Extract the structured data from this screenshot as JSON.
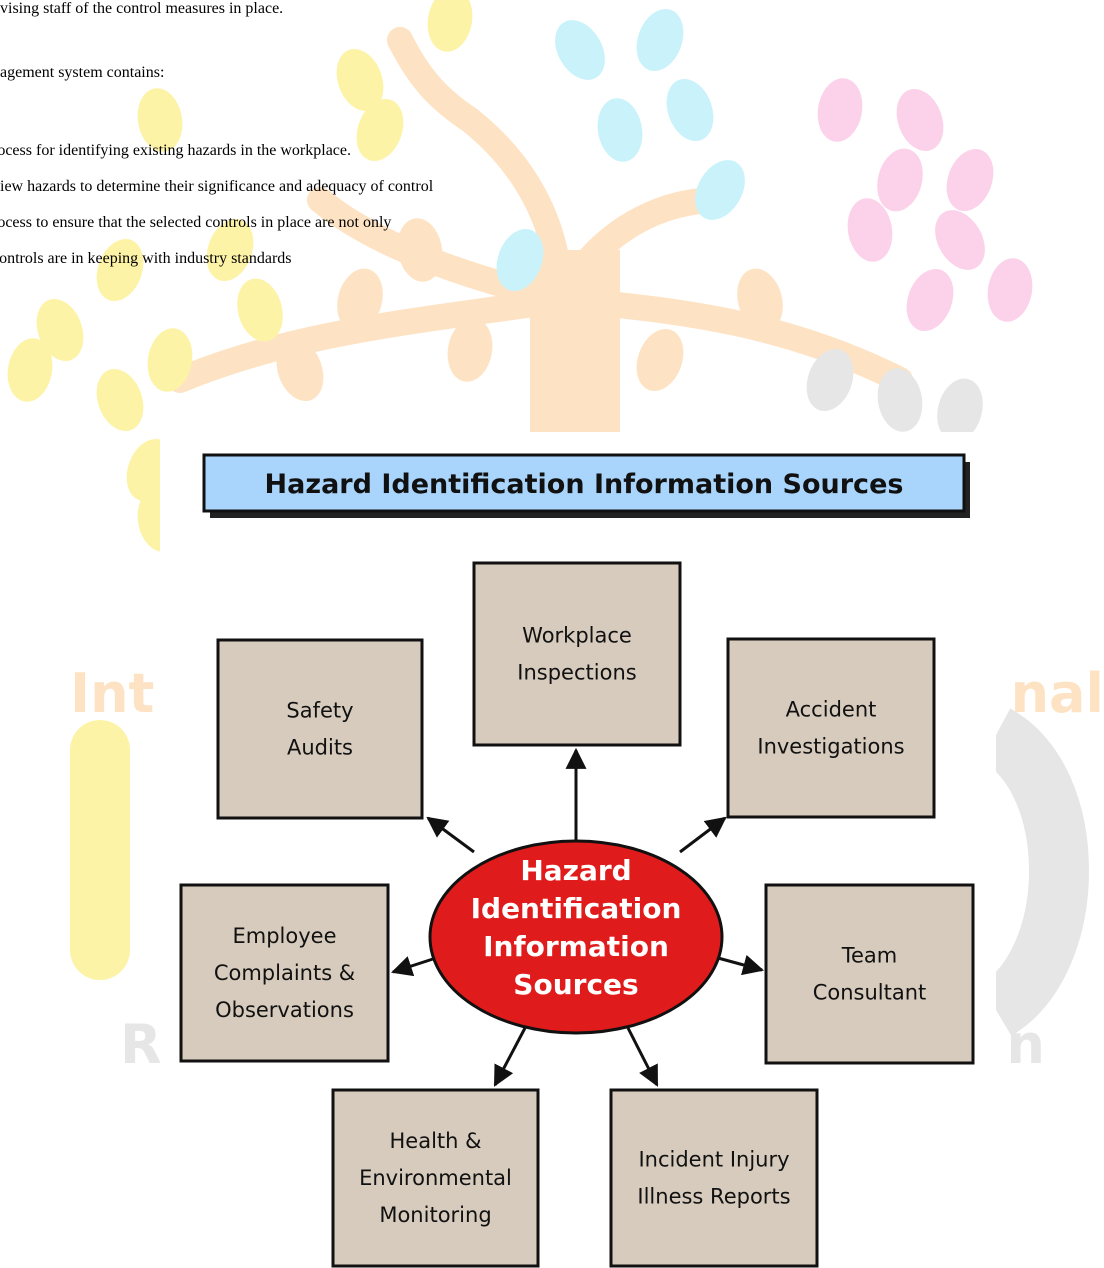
{
  "document": {
    "lines": [
      "dvising staff of the control measures in place.",
      "nagement system contains:",
      "rocess for identifying existing hazards in the workplace.",
      "view hazards to determine their significance and adequacy of control",
      "rocess to ensure that the selected controls in place are not only",
      "controls are in keeping with industry standards"
    ]
  },
  "diagram": {
    "title": "Hazard Identification Information Sources",
    "center": {
      "lines": [
        "Hazard",
        "Identification",
        "Information",
        "Sources"
      ],
      "color": "#e01b1b"
    },
    "box_fill": "#d6cbbd",
    "title_fill": "#a9d4fb",
    "boxes": [
      {
        "id": "safety-audits",
        "lines": [
          "Safety",
          "Audits"
        ]
      },
      {
        "id": "workplace-inspections",
        "lines": [
          "Workplace",
          "Inspections"
        ]
      },
      {
        "id": "accident-investigations",
        "lines": [
          "Accident",
          "Investigations"
        ]
      },
      {
        "id": "employee-complaints",
        "lines": [
          "Employee",
          "Complaints &",
          "Observations"
        ]
      },
      {
        "id": "team-consultant",
        "lines": [
          "Team",
          "Consultant"
        ]
      },
      {
        "id": "health-environmental",
        "lines": [
          "Health &",
          "Environmental",
          "Monitoring"
        ]
      },
      {
        "id": "incident-injury",
        "lines": [
          "Incident Injury",
          "Illness Reports"
        ]
      }
    ]
  },
  "watermark": {
    "words": [
      "Int",
      "nal",
      "R",
      "n"
    ],
    "colors": {
      "yellow": "#fdf3a6",
      "orange": "#fde3c3",
      "cyan": "#c9f2fb",
      "pink": "#fbd2ea",
      "gray": "#e6e6e6"
    }
  }
}
